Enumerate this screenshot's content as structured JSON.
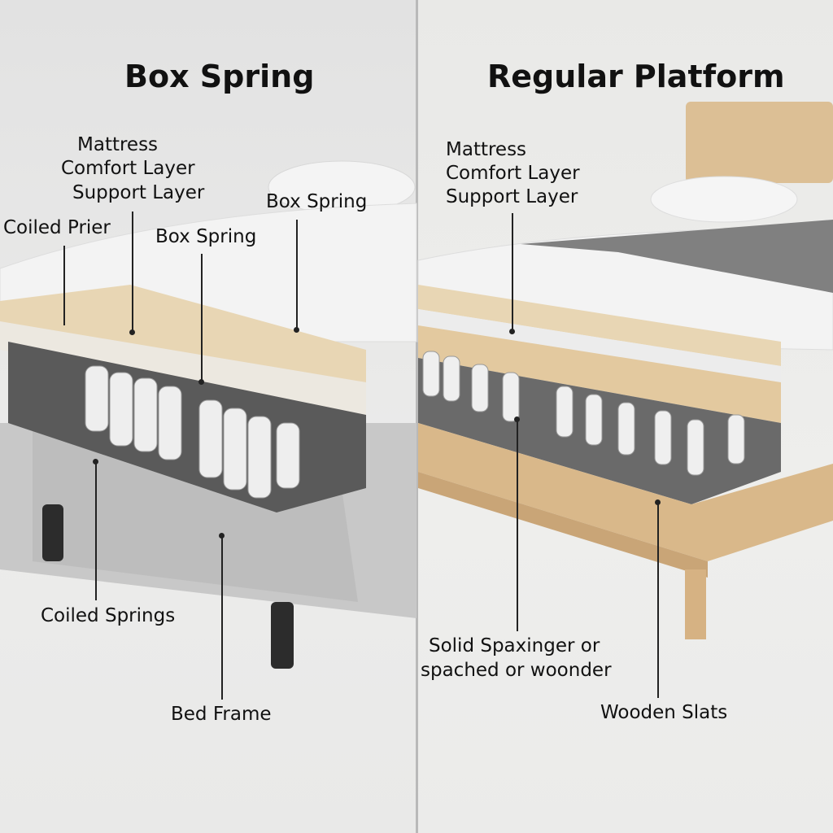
{
  "left": {
    "title": "Box Spring",
    "labels": {
      "mattress": "Mattress",
      "comfort_layer": "Comfort Layer",
      "support_layer": "Support Layer",
      "coiled_prier": "Coiled Prier",
      "box_spring_upper": "Box Spring",
      "box_spring_middle": "Box Spring",
      "coiled_springs": "Coiled Springs",
      "bed_frame": "Bed Frame"
    }
  },
  "right": {
    "title": "Regular Platform",
    "labels": {
      "mattress": "Mattress",
      "comfort_layer": "Comfort Layer",
      "support_layer": "Support Layer",
      "solid_line1": "Solid Spaxinger or",
      "solid_line2": "spached or woonder",
      "wooden_slats": "Wooden Slats"
    }
  },
  "colors": {
    "wood": "#d9b88a",
    "fabric": "#c9c9c9",
    "foam": "#e8d6b4",
    "text": "#111111"
  }
}
